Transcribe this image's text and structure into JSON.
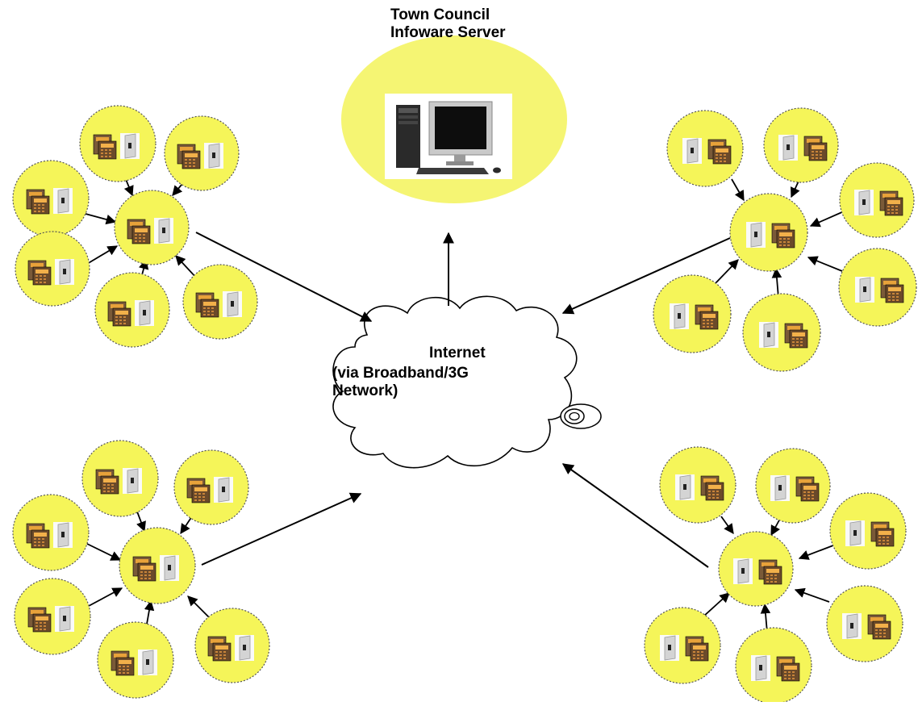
{
  "server": {
    "title_line1": "Town Council",
    "title_line2": "Infoware Server",
    "icon": "desktop-computer-icon",
    "bubble_color": "#f5f573"
  },
  "network": {
    "title": "Internet",
    "subtitle_line1": "(via Broadband/3G",
    "subtitle_line2": "Network)",
    "icon": "cloud-icon"
  },
  "colors": {
    "node_fill": "#f5f559",
    "node_border": "#555555",
    "arrow": "#000000",
    "terminal_body": "#6b4a2a",
    "terminal_screen": "#e8a23a",
    "reader_body": "#d9d9d9"
  },
  "clusters": [
    {
      "id": "top-left",
      "device_order": "terminal-reader"
    },
    {
      "id": "top-right",
      "device_order": "reader-terminal"
    },
    {
      "id": "bottom-left",
      "device_order": "terminal-reader"
    },
    {
      "id": "bottom-right",
      "device_order": "reader-terminal"
    }
  ]
}
